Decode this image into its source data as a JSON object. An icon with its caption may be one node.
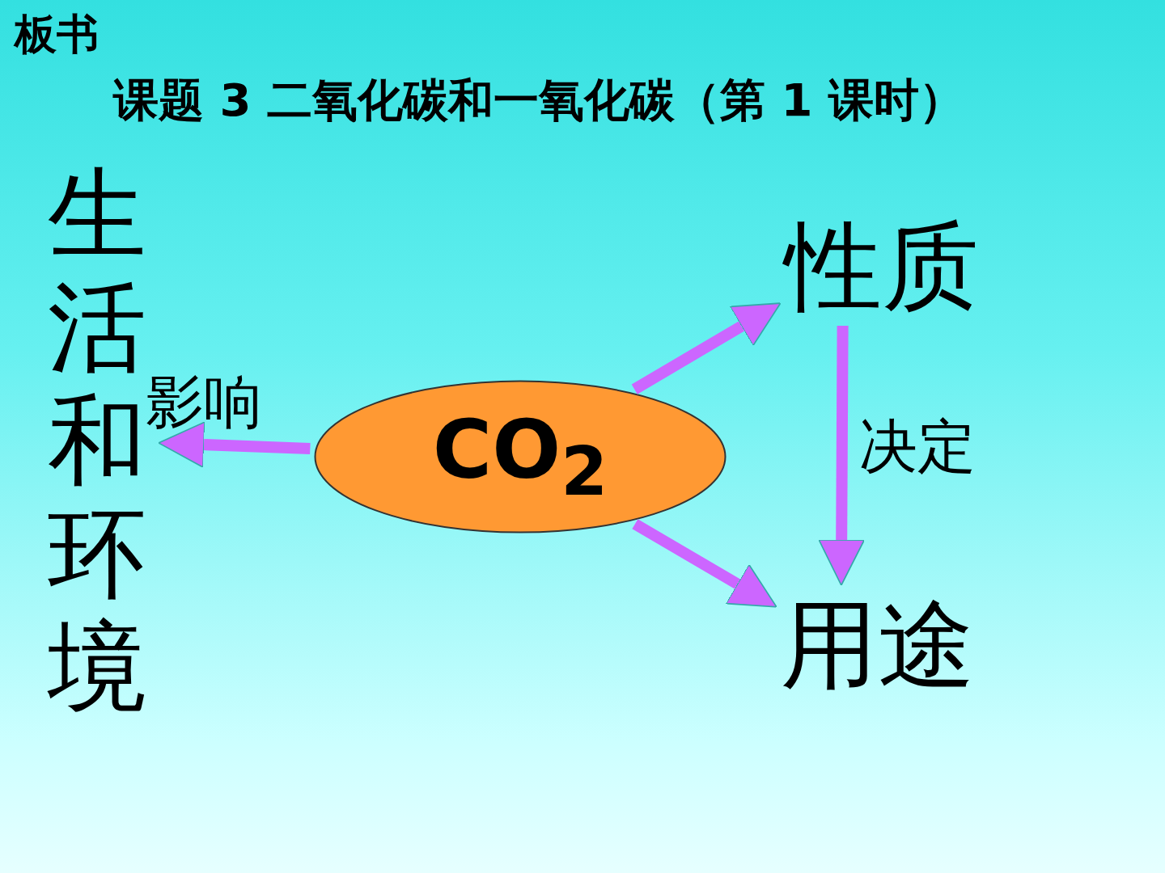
{
  "diagram": {
    "title": "课题 3 二氧化碳和一氧化碳（第 1 课时）",
    "nodes": [
      {
        "text": [
          "生活和环境"
        ]
      },
      {
        "text": [
          "CO$_{2}$"
        ]
      },
      {
        "text": [
          "性质"
        ]
      },
      {
        "text": [
          "用途"
        ]
      }
    ],
    "edges": [
      {
        "from": 1,
        "to": 0,
        "arrow": "to",
        "label": "影响"
      },
      {
        "from": 1,
        "to": 2,
        "arrow": "to"
      },
      {
        "from": 1,
        "to": 3,
        "arrow": "to"
      },
      {
        "from": 2,
        "to": 3,
        "arrow": "to",
        "label": "决定"
      }
    ],
    "labels": [
      "板书"
    ]
  }
}
